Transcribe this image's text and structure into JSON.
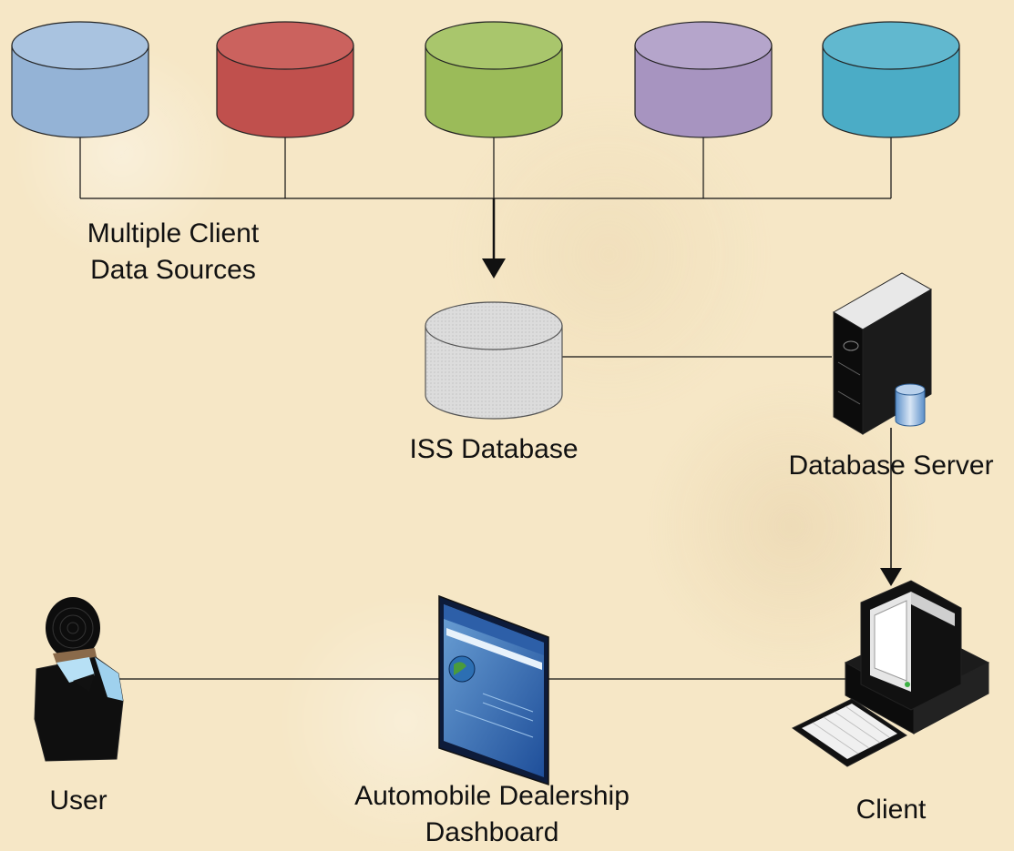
{
  "labels": {
    "data_sources_line1": "Multiple Client",
    "data_sources_line2": "Data Sources",
    "iss_database": "ISS Database",
    "database_server": "Database Server",
    "client": "Client",
    "user": "User",
    "dashboard_line1": "Automobile Dealership",
    "dashboard_line2": "Dashboard"
  },
  "colors": {
    "background": "#f6e7c6",
    "source_blue": "#94b3d6",
    "source_red": "#c0504d",
    "source_green": "#9bbb59",
    "source_purple": "#a794c0",
    "source_teal": "#4bacc6",
    "iss_db": "#d9d9d9",
    "line": "#111111"
  },
  "icons": [
    "database-cylinder",
    "server-tower",
    "desktop-computer",
    "user-person",
    "dashboard-screen"
  ]
}
